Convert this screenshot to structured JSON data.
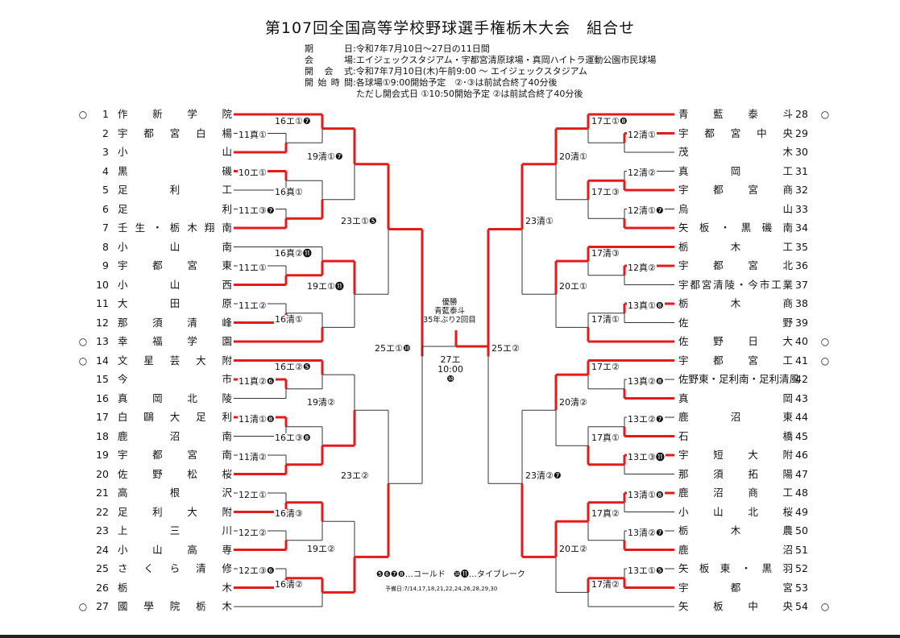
{
  "title": "第107回全国高等学校野球選手権栃木大会　組合せ",
  "info": [
    {
      "key": "期　　日",
      "value": "令和7年7月10日～27日の11日間"
    },
    {
      "key": "会　　場",
      "value": "エイジェックスタジアム・宇都宮清原球場・真岡ハイトラ運動公園市民球場"
    },
    {
      "key": "開会式",
      "value": "令和7年7月10日(木)午前9:00 ～ エイジェックスタジアム"
    },
    {
      "key": "開始時間",
      "value": "各球場①9:00開始予定　②･③は前試合終了40分後"
    }
  ],
  "info_note": "ただし開会式日 ①10:50開始予定 ②は前試合終了40分後",
  "teams_left": [
    {
      "seed": "○",
      "num": "1",
      "name": "作新学院"
    },
    {
      "seed": "",
      "num": "2",
      "name": "宇都宮白楊"
    },
    {
      "seed": "",
      "num": "3",
      "name": "小山"
    },
    {
      "seed": "",
      "num": "4",
      "name": "黒磯"
    },
    {
      "seed": "",
      "num": "5",
      "name": "足利工"
    },
    {
      "seed": "",
      "num": "6",
      "name": "足利"
    },
    {
      "seed": "",
      "num": "7",
      "name": "壬生・栃木翔南"
    },
    {
      "seed": "",
      "num": "8",
      "name": "小山南"
    },
    {
      "seed": "",
      "num": "9",
      "name": "宇都宮東"
    },
    {
      "seed": "",
      "num": "10",
      "name": "小山西"
    },
    {
      "seed": "",
      "num": "11",
      "name": "大田原"
    },
    {
      "seed": "",
      "num": "12",
      "name": "那須清峰"
    },
    {
      "seed": "○",
      "num": "13",
      "name": "幸福学園"
    },
    {
      "seed": "○",
      "num": "14",
      "name": "文星芸大附"
    },
    {
      "seed": "",
      "num": "15",
      "name": "今市"
    },
    {
      "seed": "",
      "num": "16",
      "name": "真岡北陵"
    },
    {
      "seed": "",
      "num": "17",
      "name": "白鷗大足利"
    },
    {
      "seed": "",
      "num": "18",
      "name": "鹿沼南"
    },
    {
      "seed": "",
      "num": "19",
      "name": "宇都宮南"
    },
    {
      "seed": "",
      "num": "20",
      "name": "佐野松桜"
    },
    {
      "seed": "",
      "num": "21",
      "name": "高根沢"
    },
    {
      "seed": "",
      "num": "22",
      "name": "足利大附"
    },
    {
      "seed": "",
      "num": "23",
      "name": "上三川"
    },
    {
      "seed": "",
      "num": "24",
      "name": "小山高専"
    },
    {
      "seed": "",
      "num": "25",
      "name": "さくら清修"
    },
    {
      "seed": "",
      "num": "26",
      "name": "栃木"
    },
    {
      "seed": "○",
      "num": "27",
      "name": "國學院栃木"
    }
  ],
  "teams_right": [
    {
      "seed": "○",
      "num": "28",
      "name": "青藍泰斗"
    },
    {
      "seed": "",
      "num": "29",
      "name": "宇都宮中央"
    },
    {
      "seed": "",
      "num": "30",
      "name": "茂木"
    },
    {
      "seed": "",
      "num": "31",
      "name": "真岡工"
    },
    {
      "seed": "",
      "num": "32",
      "name": "宇都宮商"
    },
    {
      "seed": "",
      "num": "33",
      "name": "烏山"
    },
    {
      "seed": "",
      "num": "34",
      "name": "矢板・黒磯南"
    },
    {
      "seed": "",
      "num": "35",
      "name": "栃木工"
    },
    {
      "seed": "",
      "num": "36",
      "name": "宇都宮北"
    },
    {
      "seed": "",
      "num": "37",
      "name": "宇都宮清陵・今市工業"
    },
    {
      "seed": "",
      "num": "38",
      "name": "栃木商"
    },
    {
      "seed": "",
      "num": "39",
      "name": "佐野"
    },
    {
      "seed": "○",
      "num": "40",
      "name": "佐野日大"
    },
    {
      "seed": "○",
      "num": "41",
      "name": "宇都宮工"
    },
    {
      "seed": "",
      "num": "42",
      "name": "佐野東・足利南・足利清風"
    },
    {
      "seed": "",
      "num": "43",
      "name": "真岡"
    },
    {
      "seed": "",
      "num": "44",
      "name": "鹿沼東"
    },
    {
      "seed": "",
      "num": "45",
      "name": "石橋"
    },
    {
      "seed": "",
      "num": "46",
      "name": "宇短大附"
    },
    {
      "seed": "",
      "num": "47",
      "name": "那須拓陽"
    },
    {
      "seed": "",
      "num": "48",
      "name": "鹿沼商工"
    },
    {
      "seed": "",
      "num": "49",
      "name": "小山北桜"
    },
    {
      "seed": "",
      "num": "50",
      "name": "栃木農"
    },
    {
      "seed": "",
      "num": "51",
      "name": "鹿沼"
    },
    {
      "seed": "",
      "num": "52",
      "name": "矢板東・黒羽"
    },
    {
      "seed": "",
      "num": "53",
      "name": "宇都宮"
    },
    {
      "seed": "○",
      "num": "54",
      "name": "矢板中央"
    }
  ],
  "round_labels_left": [
    "16エ①❼",
    "11真①",
    "19清①❼",
    "10エ①",
    "16真①",
    "11エ③❼",
    "23エ①❺",
    "16真②⓫",
    "11エ①",
    "19エ①⓫",
    "11エ②",
    "16清①",
    "25エ①❿",
    "16エ②❺",
    "11真②❻",
    "19清②",
    "11清①❽",
    "16エ③❽",
    "11清②",
    "23エ②",
    "12エ①",
    "16清③",
    "12エ②",
    "19エ②",
    "12エ③❻",
    "16清②"
  ],
  "round_labels_right": [
    "17エ①❽",
    "12清①",
    "20清①",
    "12清②",
    "17エ③",
    "12清①❼",
    "23清①",
    "17清③",
    "12真②",
    "20エ①",
    "13真①❽",
    "17清①",
    "25エ②",
    "17エ②",
    "13真②❽",
    "20清②",
    "13エ②❼",
    "17真①",
    "13エ③⓫",
    "23清②❼",
    "13清①❽",
    "17真②",
    "13清②❼",
    "20エ②",
    "13エ①❺",
    "17清②"
  ],
  "center": {
    "champion_label": "優勝",
    "champion_team": "青藍泰斗",
    "champion_note": "35年ぶり2回目",
    "final_date": "27エ",
    "final_time": "10:00",
    "final_mark": "❿"
  },
  "legend": "❺❻❼❽…コールド　❿⓫…タイブレーク",
  "schedule_note": "予備日:7/14,17,18,21,22,24,26,28,29,30",
  "colors": {
    "winner_line": "#e31b1b",
    "loser_line": "#333333"
  }
}
